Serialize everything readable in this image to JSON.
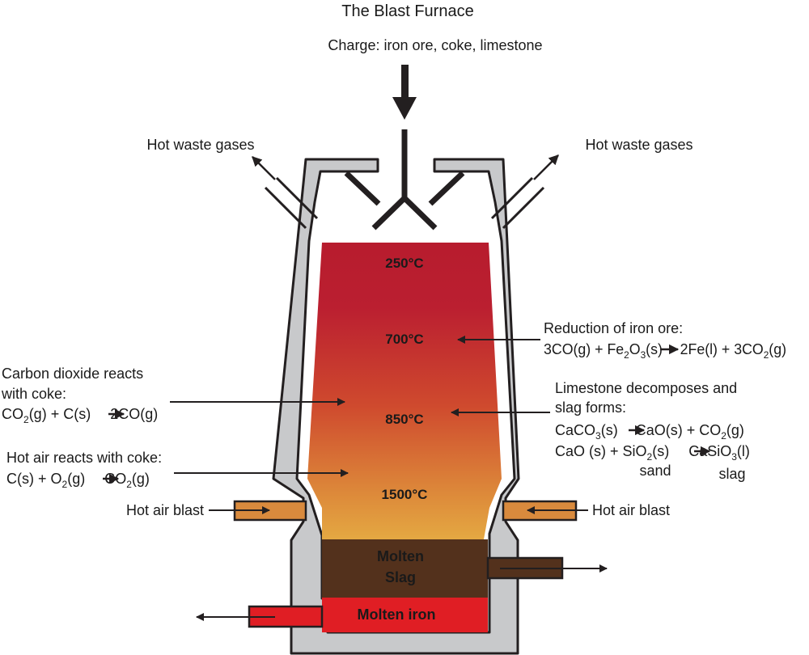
{
  "title": "The Blast Furnace",
  "charge": "Charge: iron ore, coke, limestone",
  "waste_gas_left": "Hot waste gases",
  "waste_gas_right": "Hot waste gases",
  "temps": {
    "t250": "250°C",
    "t700": "700°C",
    "t850": "850°C",
    "t1500": "1500°C"
  },
  "reduction": {
    "heading": "Reduction of iron ore:",
    "eq": {
      "a": "3CO(g) + Fe",
      "s1": "2",
      "b": "O",
      "s2": "3",
      "c": "(s)",
      "d": "2Fe(l) + 3CO",
      "s3": "2",
      "e": "(g)"
    }
  },
  "co2_coke": {
    "line1": "Carbon dioxide reacts",
    "line2": "with coke:",
    "eq": {
      "a": "CO",
      "s1": "2",
      "b": "(g)  +  C(s)",
      "c": "2CO(g)"
    }
  },
  "limestone": {
    "line1": "Limestone decomposes and",
    "line2": "slag forms:",
    "eq1": {
      "a": "CaCO",
      "s1": "3",
      "b": "(s)",
      "c": "CaO(s)  +  CO",
      "s2": "2",
      "d": "(g)"
    },
    "eq2": {
      "a": "CaO (s)  +  SiO",
      "s1": "2",
      "b": "(s)",
      "c": "CaSiO",
      "s2": "3",
      "d": "(l)"
    },
    "sand": "sand",
    "slag": "slag"
  },
  "hot_air_coke": {
    "heading": "Hot air reacts with coke:",
    "eq": {
      "a": "C(s)  +  O",
      "s1": "2",
      "b": "(g)",
      "c": "CO",
      "s2": "2",
      "d": "(g)"
    }
  },
  "hot_air_left": "Hot air blast",
  "hot_air_right": "Hot air blast",
  "molten_slag_1": "Molten",
  "molten_slag_2": "Slag",
  "molten_iron": "Molten iron",
  "colors": {
    "wall": "#c8c9cb",
    "outline": "#231f20",
    "furnace_top": "#b71c2e",
    "furnace_mid": "#d1582e",
    "furnace_bottom": "#e3a340",
    "slag": "#53311c",
    "iron": "#e01e24",
    "air_pipe": "#d98a3d"
  }
}
